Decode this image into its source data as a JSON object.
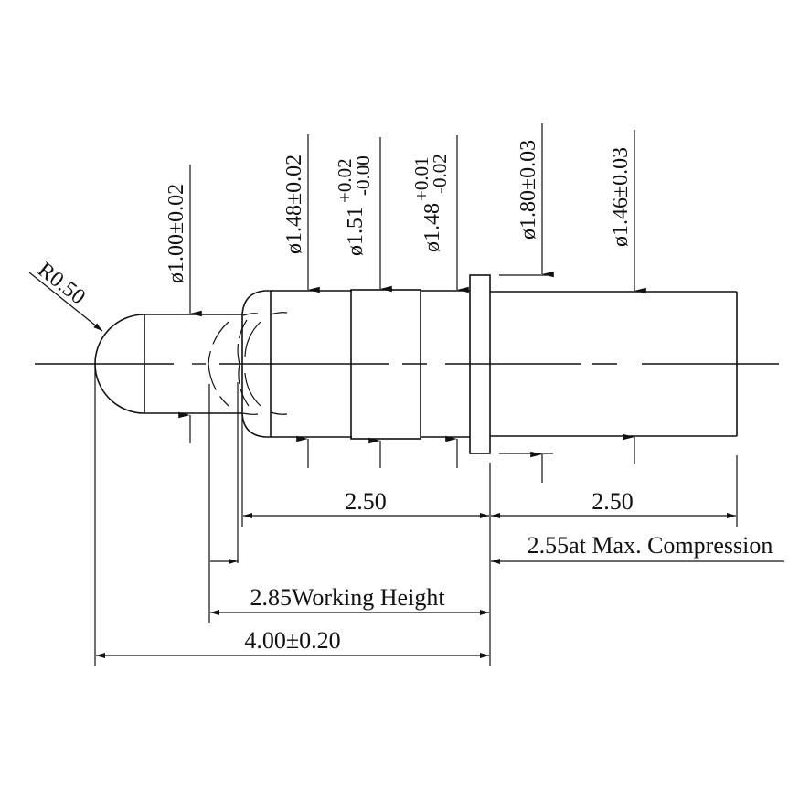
{
  "drawing": {
    "type": "pogo pin technical drawing",
    "units": "mm",
    "radius_label": "R0.50",
    "diameters": [
      {
        "id": "tip",
        "prefix": "ø",
        "value": "1.00",
        "tol": "±0.02"
      },
      {
        "id": "plunger-head",
        "prefix": "ø",
        "value": "1.48",
        "tol": "±0.02"
      },
      {
        "id": "barrel-band",
        "prefix": "ø",
        "value": "1.51",
        "tol_upper": "+0.02",
        "tol_lower": "-0.00"
      },
      {
        "id": "barrel-front",
        "prefix": "ø",
        "value": "1.48",
        "tol_upper": "+0.01",
        "tol_lower": "-0.02"
      },
      {
        "id": "flange",
        "prefix": "ø",
        "value": "1.80",
        "tol": "±0.03"
      },
      {
        "id": "barrel-tail",
        "prefix": "ø",
        "value": "1.46",
        "tol": "±0.03"
      }
    ],
    "lengths": {
      "front_length": "2.50",
      "tail_length": "2.50",
      "max_compression": "2.55at Max. Compression",
      "working_height": "2.85Working Height",
      "total_length": "4.00±0.20"
    }
  },
  "colors": {
    "line": "#111111",
    "background": "#ffffff"
  }
}
